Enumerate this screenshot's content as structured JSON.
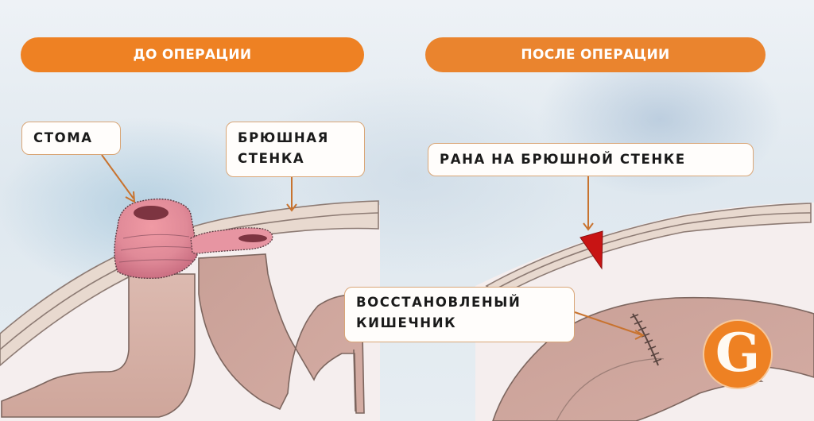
{
  "panels": {
    "before": {
      "title": "ДО ОПЕРАЦИИ",
      "labels": {
        "stoma": "СТОМА",
        "abdominal_wall_line1": "БРЮШНАЯ",
        "abdominal_wall_line2": "СТЕНКА"
      }
    },
    "after": {
      "title": "ПОСЛЕ ОПЕРАЦИИ",
      "labels": {
        "wound": "РАНА НА БРЮШНОЙ СТЕНКЕ",
        "restored_bowel_line1": "ВОССТАНОВЛЕНЫЙ",
        "restored_bowel_line2": "КИШЕЧНИК"
      }
    }
  },
  "logo": {
    "letter": "G",
    "icon": "brand-logo-icon"
  },
  "colors": {
    "accent_orange": "#ee8123",
    "label_border": "#d9a677",
    "pointer_line": "#c8732f",
    "wall_fill": "#e8d8cf",
    "wall_stroke": "#8d7b74",
    "bowel_fill": "#d9b3a9",
    "stoma_fill": "#e38a9a",
    "wound_red": "#c81414",
    "cavity_fill": "#f4ecec"
  }
}
